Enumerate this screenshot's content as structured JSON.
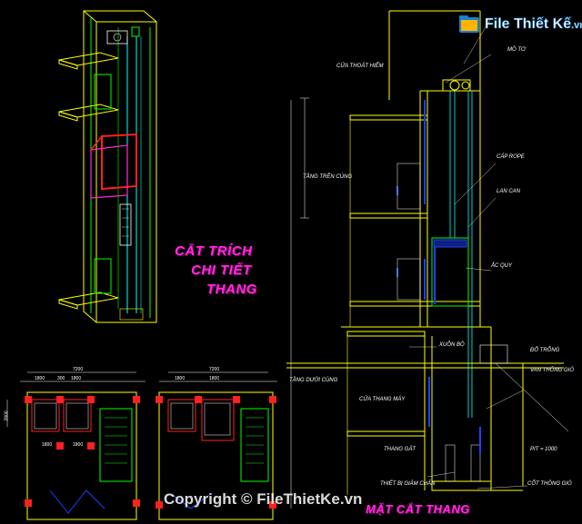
{
  "logo": {
    "brand": "File Thiết Kế",
    "suffix": ".vn"
  },
  "title_3d": [
    "CẮT TRÍCH",
    "CHI TIẾT",
    "THANG"
  ],
  "section_title": "MẶT CẮT THANG",
  "watermark": "Copyright © FileThietKe.vn",
  "section_labels": {
    "mo_tor": "MÔ TƠ",
    "cua_thoat_hiem": "CỬA THOÁT HIỂM",
    "tang_tren_cung": "TẦNG TRÊN CÙNG",
    "cap_rope": "CÁP ROPE",
    "lan_can": "LAN CAN",
    "ac_quy": "ẮC QUY",
    "xuon_bo": "XUỒN BỘ",
    "do_trong": "ĐỔ TRỐNG",
    "van_thong_gio": "VAN THÔNG GIÓ",
    "tang_duoi_cung": "TẦNG DƯỚI CÙNG",
    "cua_thang_may": "CỬA THANG MÁY",
    "thang_gat": "THANG GẤT",
    "pit": "PIT = 1000",
    "thiet_bi_giam_chan": "THIẾT BỊ GIẢM CHẤN",
    "cot_thong_gio": "CỐT THÔNG GIÓ"
  },
  "dimensions": {
    "plan1_total": "7200",
    "plan2_total": "7200",
    "plan1_parts": [
      "1800",
      "300",
      "1800"
    ],
    "plan2_parts": [
      "1800",
      "1800"
    ],
    "plan1_side": "2800",
    "plan_bottom": [
      "1800",
      "1800"
    ]
  },
  "colors": {
    "background": "#000000",
    "yellow": "#ffff00",
    "green": "#00ff00",
    "cyan": "#00ffff",
    "red": "#ff2020",
    "magenta": "#ff2bd6",
    "blue": "#2040ff",
    "white": "#ffffff"
  }
}
